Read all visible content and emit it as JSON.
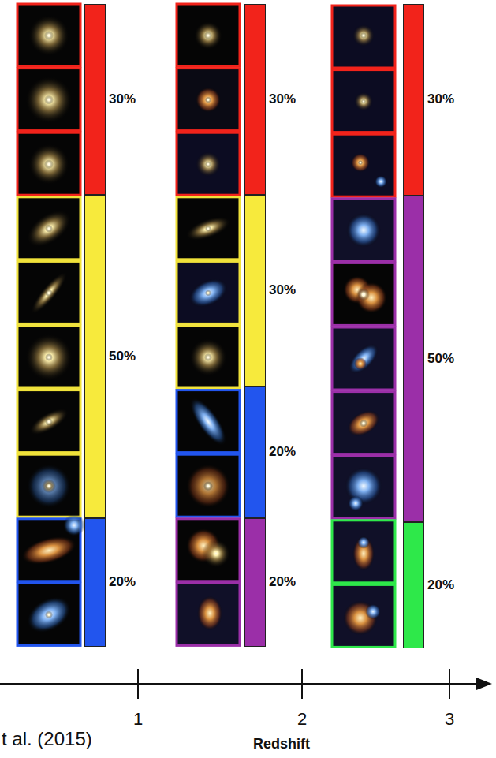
{
  "diagram": {
    "nodes": [
      {
        "text": [
          "30%"
        ]
      },
      {
        "text": [
          "50%"
        ]
      },
      {
        "text": [
          "20%"
        ]
      },
      {
        "text": [
          "30%"
        ]
      },
      {
        "text": [
          "30%"
        ]
      },
      {
        "text": [
          "20%"
        ]
      },
      {
        "text": [
          "20%"
        ]
      },
      {
        "text": [
          "30%"
        ]
      },
      {
        "text": [
          "50%"
        ]
      },
      {
        "text": [
          "20%"
        ]
      }
    ],
    "labels": [
      "1",
      "2",
      "3",
      "Redshift",
      "t al. (2015)"
    ]
  }
}
